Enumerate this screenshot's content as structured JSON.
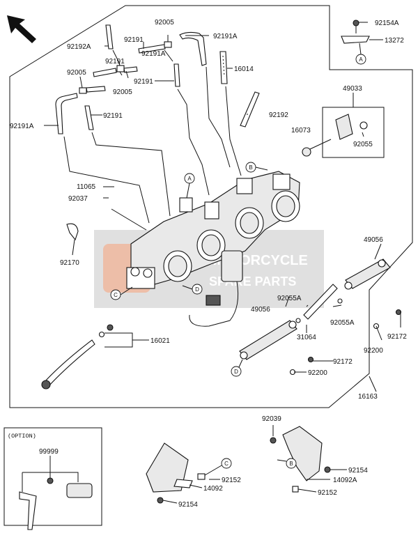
{
  "diagram": {
    "part_labels": {
      "p92154A_top": "92154A",
      "p13272": "13272",
      "p92005_top": "92005",
      "p92191A_top": "92191A",
      "p92192A": "92192A",
      "p92191_a": "92191",
      "p92191A_b": "92191A",
      "p92191_b": "92191",
      "p16014": "16014",
      "p92005_left": "92005",
      "p92005_mid": "92005",
      "p92191_c": "92191",
      "p49033": "49033",
      "p92192": "92192",
      "p92191A_left": "92191A",
      "p92191_d": "92191",
      "p16073": "16073",
      "p92055": "92055",
      "p11065": "11065",
      "p92037": "92037",
      "p92170": "92170",
      "p49056_right": "49056",
      "p92055A_a": "92055A",
      "p49056_mid": "49056",
      "p92055A_b": "92055A",
      "p92172_right": "92172",
      "p31064": "31064",
      "p92200_right": "92200",
      "p16021": "16021",
      "p92172_mid": "92172",
      "p92200_mid": "92200",
      "p16163": "16163",
      "p92039": "92039",
      "p99999": "99999",
      "p92152_mid": "92152",
      "p14092": "14092",
      "p92154_mid": "92154",
      "p92154_right": "92154",
      "p14092A": "14092A",
      "p92152_right": "92152"
    },
    "callouts": {
      "A_top": "A",
      "A_main": "A",
      "B_main": "B",
      "C_main": "C",
      "D_main": "D",
      "D_rail": "D",
      "C_opt": "C",
      "B_opt": "B"
    },
    "option_title": "(OPTION)",
    "watermark": {
      "line1": "MOTORCYCLE",
      "line2": "SPARE PARTS"
    }
  }
}
